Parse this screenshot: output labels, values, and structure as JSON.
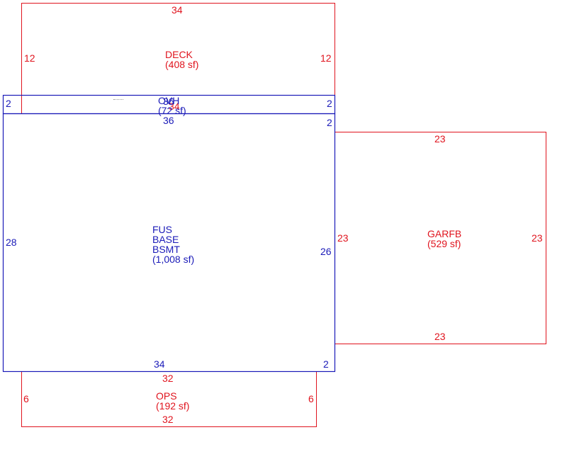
{
  "colors": {
    "existing": "#e0141e",
    "main": "#1a1ab8"
  },
  "areas": {
    "deck": {
      "code": "DECK",
      "area": "(408 sf)",
      "dims": {
        "top": "34",
        "left": "12",
        "right": "12"
      }
    },
    "ovh": {
      "code": "OVH",
      "code_overlap": "36",
      "area": "(72 sf)",
      "dims": {
        "left": "2",
        "right": "2",
        "bottom": "36",
        "red_overlap": "34"
      }
    },
    "main": {
      "codes": [
        "FUS",
        "BASE",
        "BSMT"
      ],
      "area": "(1,008 sf)",
      "dims": {
        "top_right": "2",
        "left": "28",
        "right": "26",
        "bottom": "34",
        "bottom_right": "2"
      }
    },
    "garage": {
      "code": "GARFB",
      "area": "(529 sf)",
      "dims": {
        "top": "23",
        "left": "23",
        "right": "23",
        "bottom": "23"
      }
    },
    "ops": {
      "code": "OPS",
      "area": "(192 sf)",
      "dims": {
        "top": "32",
        "left": "6",
        "right": "6",
        "bottom": "32"
      }
    }
  }
}
